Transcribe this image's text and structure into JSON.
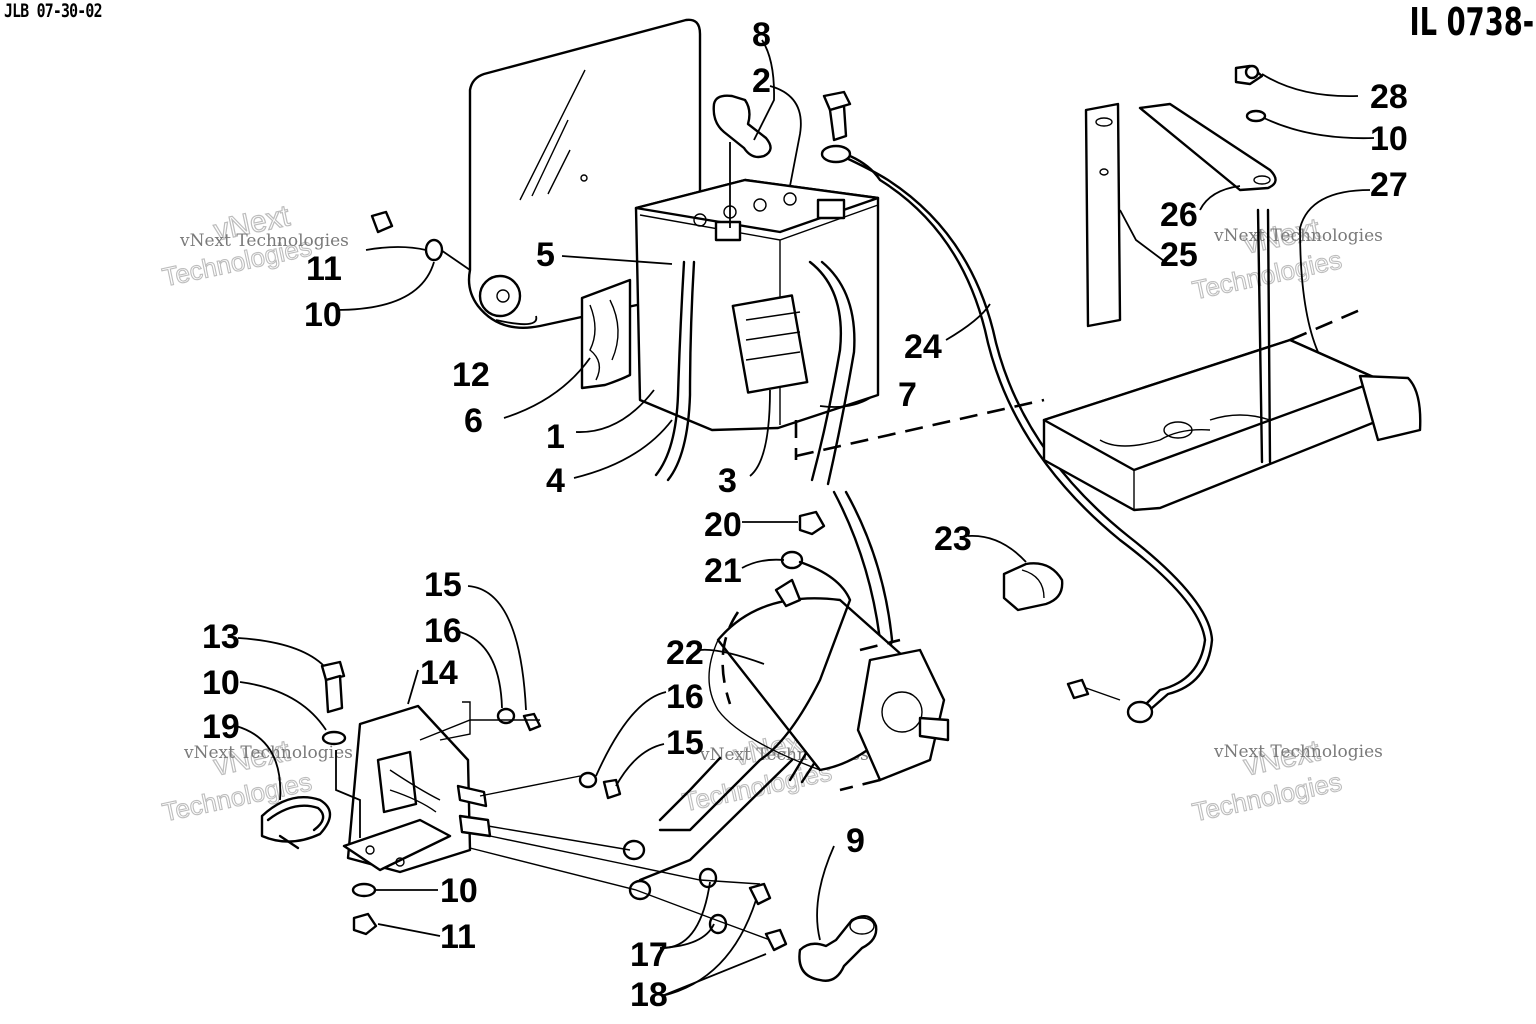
{
  "header": {
    "doc_code": "JLB 07-30-02",
    "illustration_id": "IL 0738-"
  },
  "callouts": {
    "c1": "1",
    "c2": "2",
    "c3": "3",
    "c4": "4",
    "c5": "5",
    "c6": "6",
    "c7": "7",
    "c8": "8",
    "c9": "9",
    "c10a": "10",
    "c10b": "10",
    "c10c": "10",
    "c10d": "10",
    "c11a": "11",
    "c11b": "11",
    "c12": "12",
    "c13": "13",
    "c14": "14",
    "c15a": "15",
    "c15b": "15",
    "c16a": "16",
    "c16b": "16",
    "c17": "17",
    "c18": "18",
    "c19": "19",
    "c20": "20",
    "c21": "21",
    "c22": "22",
    "c23": "23",
    "c24": "24",
    "c25": "25",
    "c26": "26",
    "c27": "27",
    "c28": "28"
  },
  "watermark": {
    "line1": "vNext Technologies",
    "line2": "vNext",
    "line3": "Technologies"
  }
}
